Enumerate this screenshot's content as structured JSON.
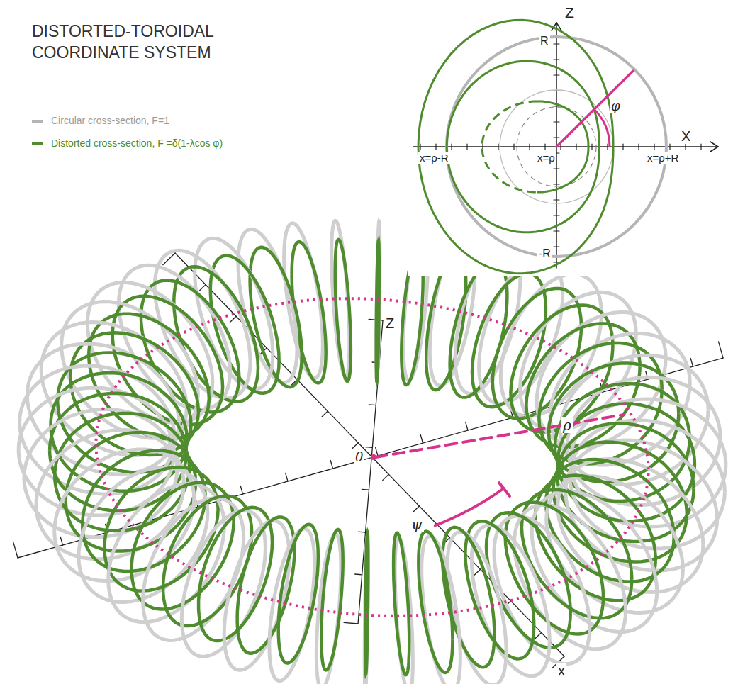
{
  "diagram": {
    "title": "DISTORTED-TOROIDAL COORDINATE SYSTEM",
    "labels": [
      "Z",
      "R",
      "φ",
      "X",
      "x=ρ-R",
      "x=ρ",
      "x=ρ+R",
      "-R",
      "Z",
      "0",
      "ψ",
      "ρ",
      "x"
    ],
    "legend": [
      {
        "text": "Circular cross-section, F=1",
        "color": "#b5b5b5"
      },
      {
        "text": "Distorted cross-section, F =δ(1-λcos φ)",
        "color": "#4e8c2e"
      }
    ]
  }
}
